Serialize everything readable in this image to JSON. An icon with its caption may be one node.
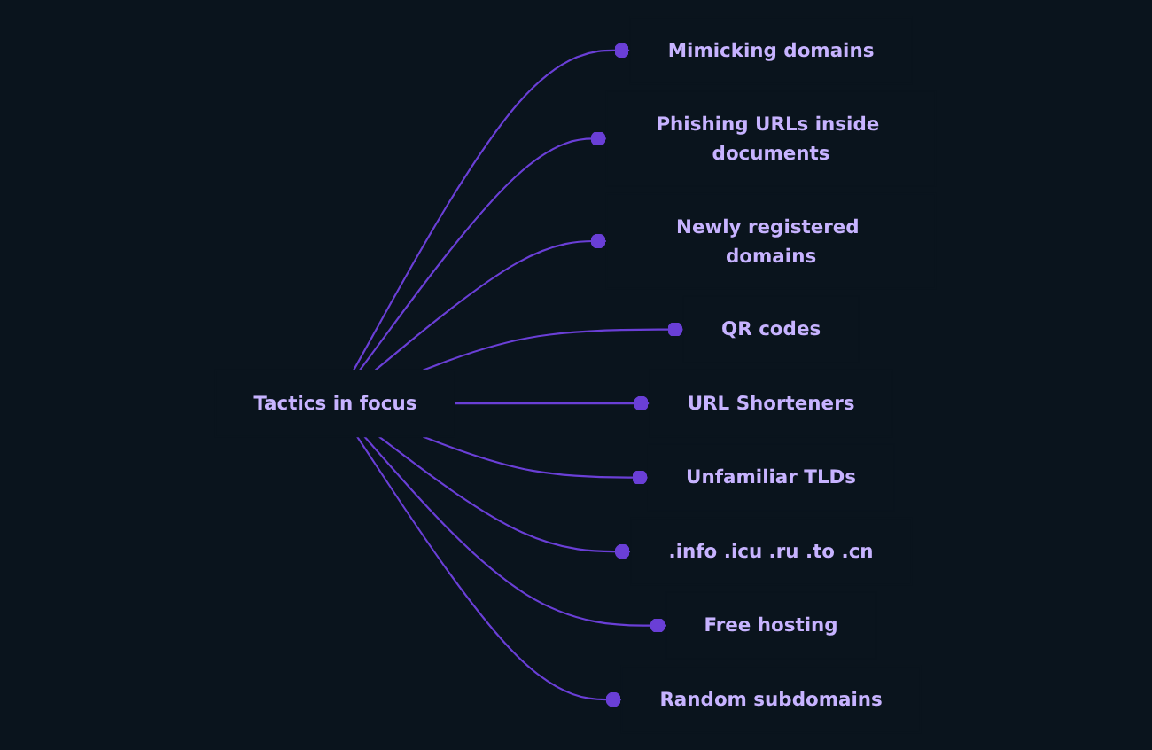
{
  "diagram": {
    "nodes": [
      {
        "text": [
          "Tactics in focus"
        ]
      },
      {
        "text": [
          "Mimicking domains"
        ]
      },
      {
        "text": [
          "Phishing URLs inside documents"
        ]
      },
      {
        "text": [
          "Newly registered domains"
        ]
      },
      {
        "text": [
          "QR codes"
        ]
      },
      {
        "text": [
          "URL Shorteners"
        ]
      },
      {
        "text": [
          "Unfamiliar TLDs"
        ]
      },
      {
        "text": [
          ".info .icu .ru .to .cn"
        ]
      },
      {
        "text": [
          "Free hosting"
        ]
      },
      {
        "text": [
          "Random subdomains"
        ]
      }
    ],
    "edges": [
      {
        "from": 0,
        "to": 1,
        "arrow": "other"
      },
      {
        "from": 0,
        "to": 2,
        "arrow": "other"
      },
      {
        "from": 0,
        "to": 3,
        "arrow": "other"
      },
      {
        "from": 0,
        "to": 4,
        "arrow": "other"
      },
      {
        "from": 0,
        "to": 5,
        "arrow": "other"
      },
      {
        "from": 0,
        "to": 6,
        "arrow": "other"
      },
      {
        "from": 0,
        "to": 7,
        "arrow": "other"
      },
      {
        "from": 0,
        "to": 8,
        "arrow": "other"
      },
      {
        "from": 0,
        "to": 9,
        "arrow": "other"
      }
    ]
  }
}
